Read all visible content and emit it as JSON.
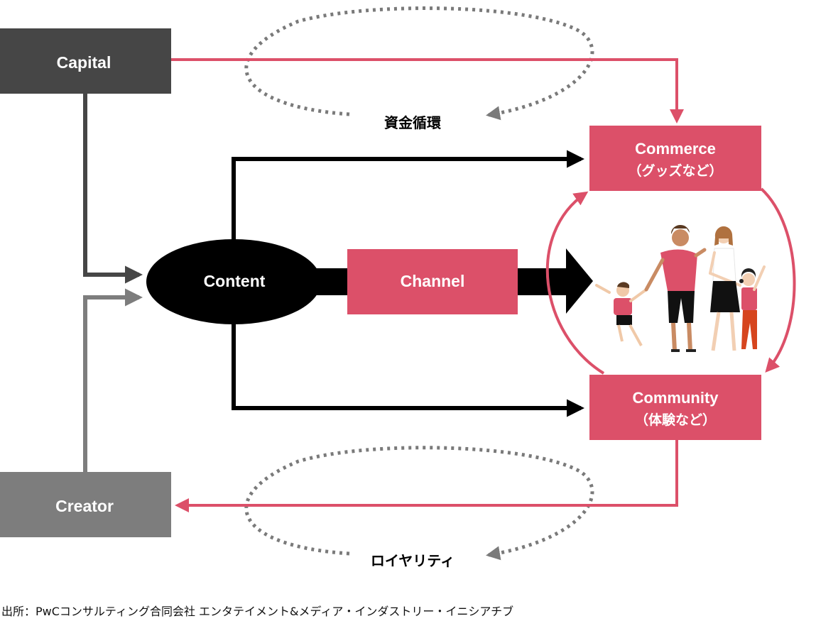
{
  "nodes": {
    "capital": "Capital",
    "creator": "Creator",
    "content": "Content",
    "channel": "Channel",
    "commerce_title": "Commerce",
    "commerce_sub": "（グッズなど）",
    "community_title": "Community",
    "community_sub": "（体験など）"
  },
  "loops": {
    "funding_cycle": "資金循環",
    "loyalty": "ロイヤリティ"
  },
  "source": "出所：PwCコンサルティング合同会社 エンタテイメント&メディア・インダストリー・イニシアチブ",
  "colors": {
    "pink": "#dc5069",
    "capital_gray": "#464646",
    "creator_gray": "#7d7d7d",
    "black": "#000000",
    "dotted": "#7a7a7a"
  },
  "icons": [
    "family-illustration"
  ]
}
